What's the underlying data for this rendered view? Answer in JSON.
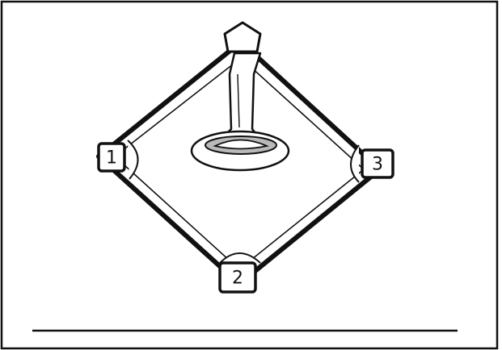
{
  "diagram": {
    "bases": [
      {
        "id": "first",
        "label": "1"
      },
      {
        "id": "second",
        "label": "2"
      },
      {
        "id": "third",
        "label": "3"
      }
    ],
    "home_plate": {
      "label": ""
    },
    "answer_line": {
      "value": ""
    },
    "colors": {
      "ink": "#111111",
      "paper": "#ffffff",
      "mound_shadow": "#b9b9b9"
    }
  }
}
